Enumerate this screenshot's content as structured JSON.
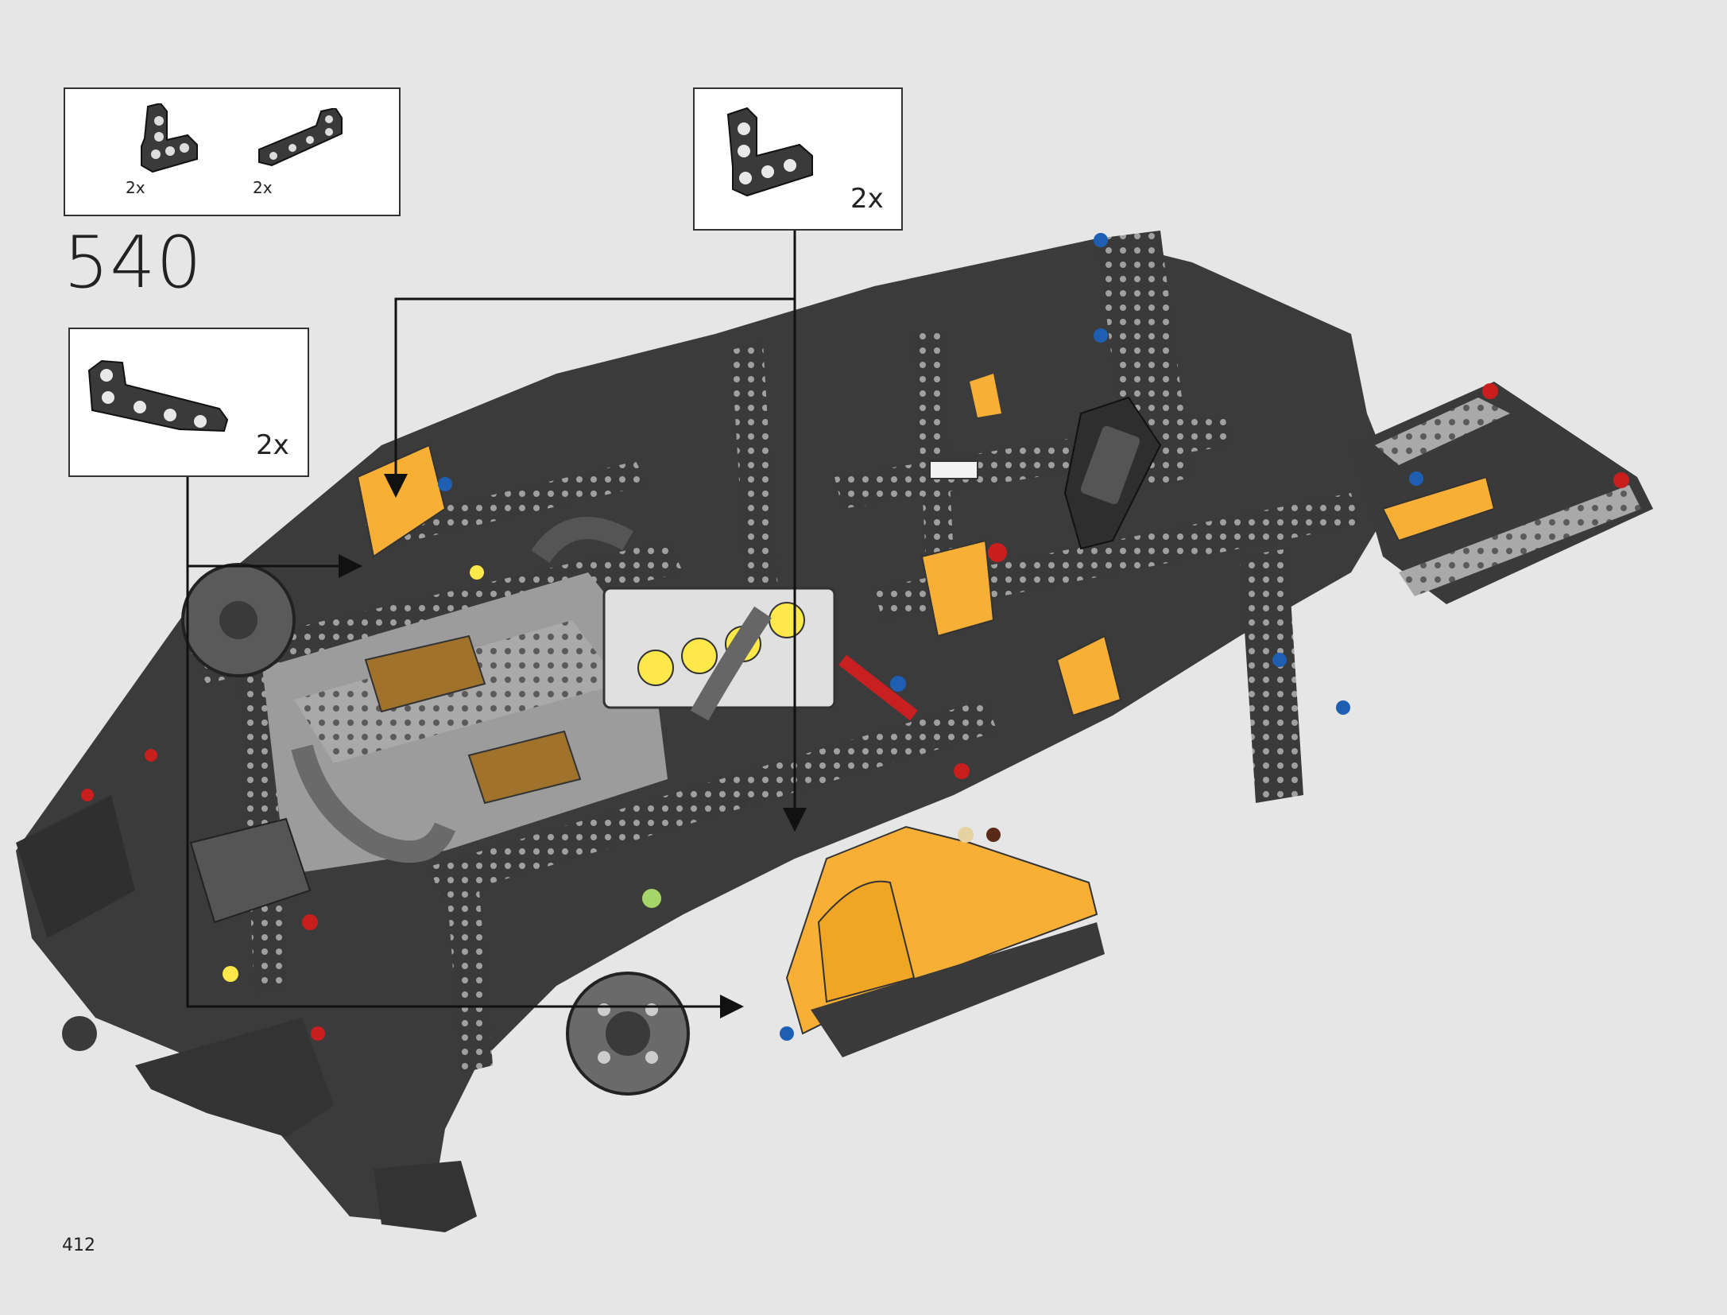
{
  "step": {
    "number": "540"
  },
  "page": {
    "number": "412"
  },
  "parts_list": {
    "items": [
      {
        "name": "t-beam-icon",
        "quantity": "2x"
      },
      {
        "name": "l-beam-icon",
        "quantity": "2x"
      }
    ]
  },
  "callouts": {
    "top": {
      "quantity": "2x"
    },
    "left": {
      "quantity": "2x"
    }
  },
  "colors": {
    "dark_bluish_gray": "#3a3a3a",
    "light_gray": "#a9a9a9",
    "yellow_orange": "#f7b035",
    "background": "#e6e6e6"
  }
}
